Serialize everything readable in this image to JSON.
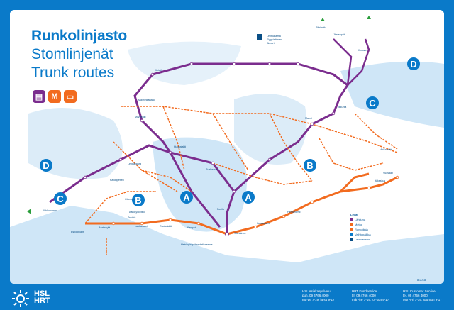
{
  "title": {
    "fi": "Runkolinjasto",
    "sv": "Stomlinjenät",
    "en": "Trunk routes"
  },
  "modes": [
    {
      "name": "tram-icon",
      "color": "#7b2d8e"
    },
    {
      "name": "metro-icon",
      "glyph": "M",
      "color": "#f26b1f"
    },
    {
      "name": "bus-icon",
      "color": "#f26b1f"
    }
  ],
  "zones": [
    "A",
    "B",
    "C",
    "D"
  ],
  "colors": {
    "purple_line": "#7b2d8e",
    "orange_line": "#f26b1f",
    "water": "#cfe6f7",
    "brand_blue": "#0a7ac9"
  },
  "airport": {
    "fi": "Lentoasema",
    "sv": "Flygstationen",
    "en": "Airport"
  },
  "stations": {
    "pasila": "Pasila",
    "helsinki": "Helsingin päärautatieasema",
    "leppavaara": "Leppävaara",
    "tikkurila": "Tikkurila",
    "itakeskus": "Itäkeskus",
    "kamppi": "Kamppi",
    "ruoholahti": "Ruoholahti",
    "lauttasaari": "Lauttasaari",
    "espoonlahti": "Espoonlahti",
    "matinkyla": "Matinkylä",
    "tapiola": "Tapiola",
    "aalto": "Aalto-yliopisto",
    "vuosaari": "Vuosaari",
    "mellunmaki": "Mellunmäki",
    "kerava": "Kerava",
    "jarvenpaa": "Järvenpää",
    "riihimaki": "Riihimäki",
    "kirkkonummi": "Kirkkonummi",
    "huopalahti": "Huopalahti",
    "malmi": "Malmi",
    "myyrmaki": "Myyrmäki",
    "kivisto": "Kivistö",
    "sornainen": "Sörnäinen",
    "kalasatama": "Kalasatama",
    "herttoniemi": "Herttoniemi",
    "ruskeasuo": "Ruskeasuo",
    "malminkartano": "Malminkartano",
    "kalkkipetteri": "Kalkkipetteri",
    "otaniemi": "Otaniemi"
  },
  "legend": {
    "title": "Linjat",
    "items": [
      "Lähijuna",
      "Metro",
      "Runkolinja",
      "Vaihtopaikka",
      "Lentoasema"
    ]
  },
  "footer": {
    "logo": "HSL",
    "logo2": "HRT",
    "fi": "HSL Asiakaspalvelu\npuh. 09 4766 4000\nma-pe 7-19, la-su 9-17",
    "sv": "HRT Kundservice\ntfn 09 4766 4000\nmån-fre 7-19, lör-sön 9-17",
    "en": "HSL Customer Service\ntel. 09 4766 4000\nMon-Fri 7-19, Sat-Sun 9-17"
  },
  "version": "8/2018"
}
